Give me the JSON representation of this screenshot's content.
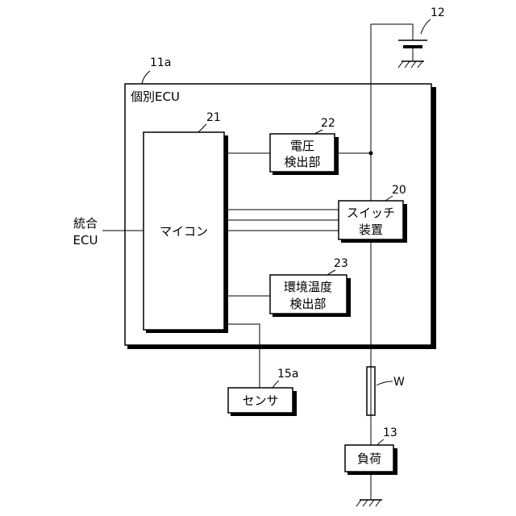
{
  "ecu_label": "個別ECU",
  "ecu_ref": "11a",
  "battery_ref": "12",
  "microcomputer": {
    "label": "マイコン",
    "ref": "21"
  },
  "voltage_detector": {
    "line1": "電圧",
    "line2": "検出部",
    "ref": "22"
  },
  "switch_device": {
    "line1": "スイッチ",
    "line2": "装置",
    "ref": "20"
  },
  "temp_detector": {
    "line1": "環境温度",
    "line2": "検出部",
    "ref": "23"
  },
  "integrated_ecu": {
    "line1": "統合",
    "line2": "ECU"
  },
  "sensor": {
    "label": "センサ",
    "ref": "15a"
  },
  "wire": {
    "ref": "W"
  },
  "load": {
    "label": "負荷",
    "ref": "13"
  }
}
